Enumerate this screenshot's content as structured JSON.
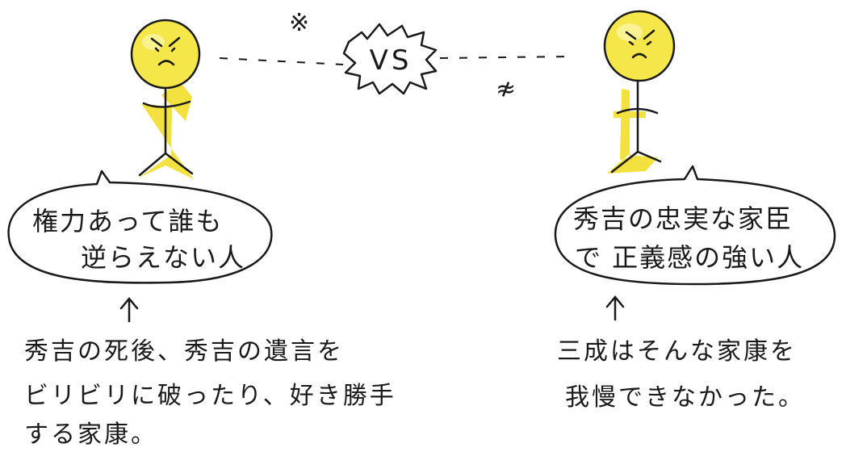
{
  "versus": {
    "label": "VS",
    "mark_left": "※",
    "mark_right": "≉"
  },
  "left_character": {
    "bubble_lines": [
      "権力あって誰も",
      "逆らえない人"
    ],
    "note_lines": [
      "秀吉の死後、秀吉の遺言を",
      "ビリビリに破ったり、好き勝手",
      "する家康。"
    ]
  },
  "right_character": {
    "bubble_lines": [
      "秀吉の忠実な家臣",
      "で 正義感の強い人"
    ],
    "note_lines": [
      "三成はそんな家康を",
      "我慢できなかった。"
    ]
  },
  "colors": {
    "face": "#f5e64a",
    "face_highlight": "#fbf4a0",
    "body": "#f2de2a",
    "ink": "#1a1a1a"
  }
}
